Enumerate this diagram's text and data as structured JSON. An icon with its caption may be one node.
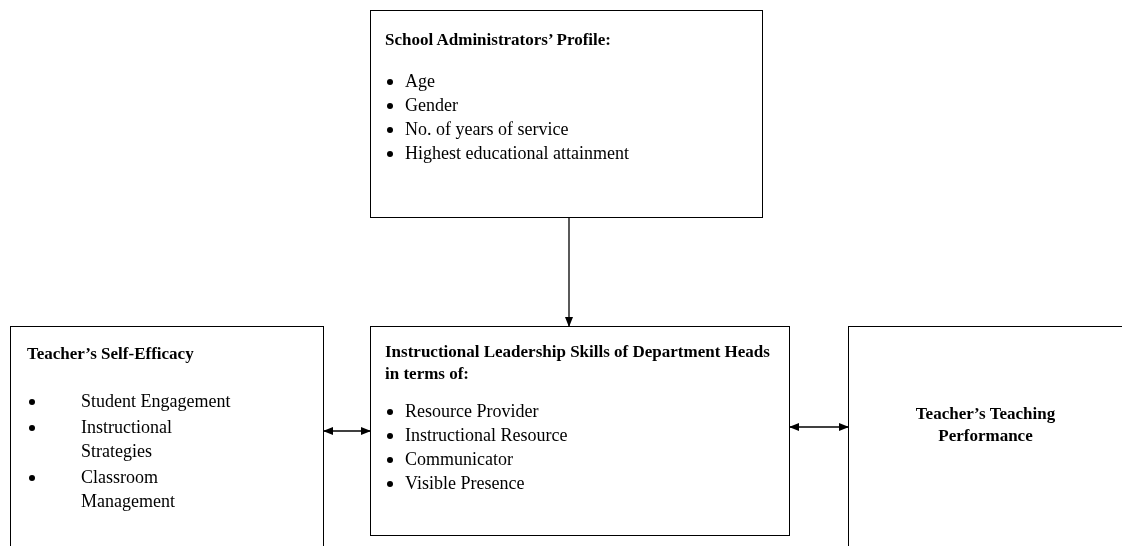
{
  "diagram": {
    "nodes": [
      {
        "text": [
          "School Administrators’ Profile:",
          "Age",
          "Gender",
          "No. of years of service",
          "Highest educational attainment"
        ]
      },
      {
        "text": [
          "Teacher’s Self-Efficacy",
          "Student Engagement",
          "Instructional Strategies",
          "Classroom Management"
        ]
      },
      {
        "text": [
          "Instructional Leadership Skills of Department Heads in terms of:",
          "Resource Provider",
          "Instructional Resource",
          "Communicator",
          "Visible Presence"
        ]
      },
      {
        "text": [
          "Teacher’s Teaching Performance"
        ]
      }
    ],
    "edges": [
      {
        "from": 0,
        "to": 2,
        "arrow": "to"
      },
      {
        "from": 1,
        "to": 2,
        "arrow": "both"
      },
      {
        "from": 2,
        "to": 3,
        "arrow": "both"
      }
    ]
  }
}
